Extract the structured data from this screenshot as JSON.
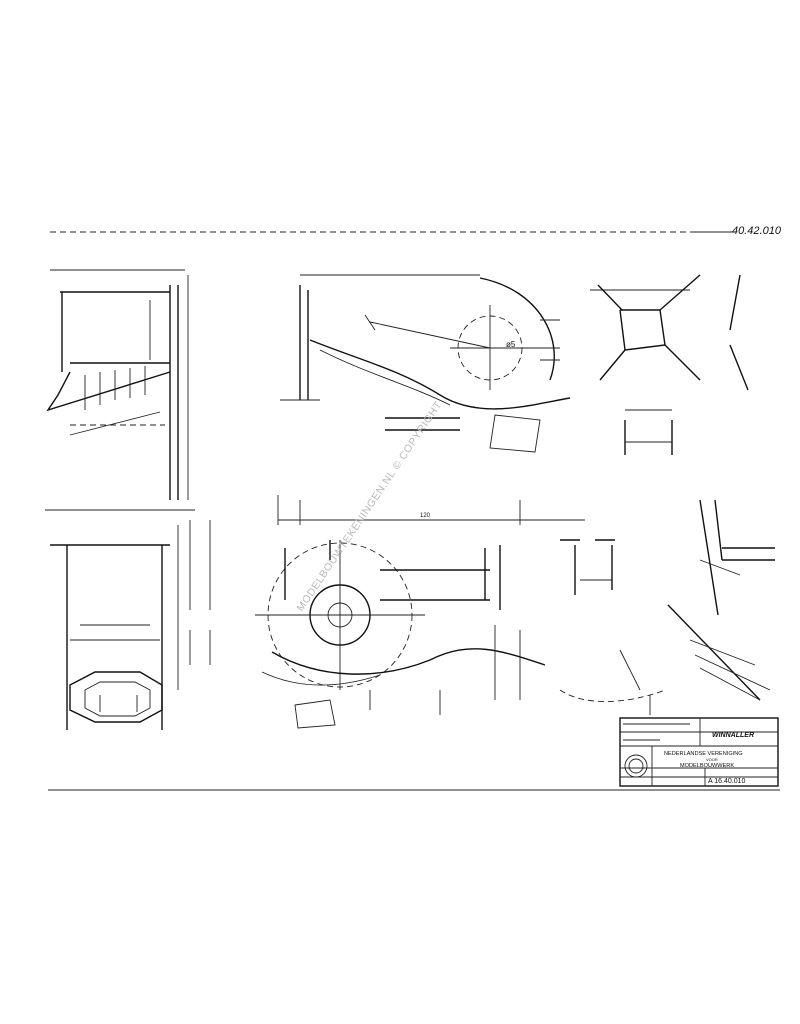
{
  "drawing_number": "40.42.010",
  "title_block": {
    "project_name": "WINNALLER",
    "society_line1": "NEDERLANDSE VERENIGING",
    "society_line2": "VOOR",
    "society_line3": "MODELBOUWWERK",
    "sheet_ref": "A  16.40.010"
  },
  "labels": {
    "main_dia": "ø5",
    "dim_bottom": "120"
  },
  "watermark": "MODELBOUWTEKENINGEN.NL © COPYRIGHT"
}
